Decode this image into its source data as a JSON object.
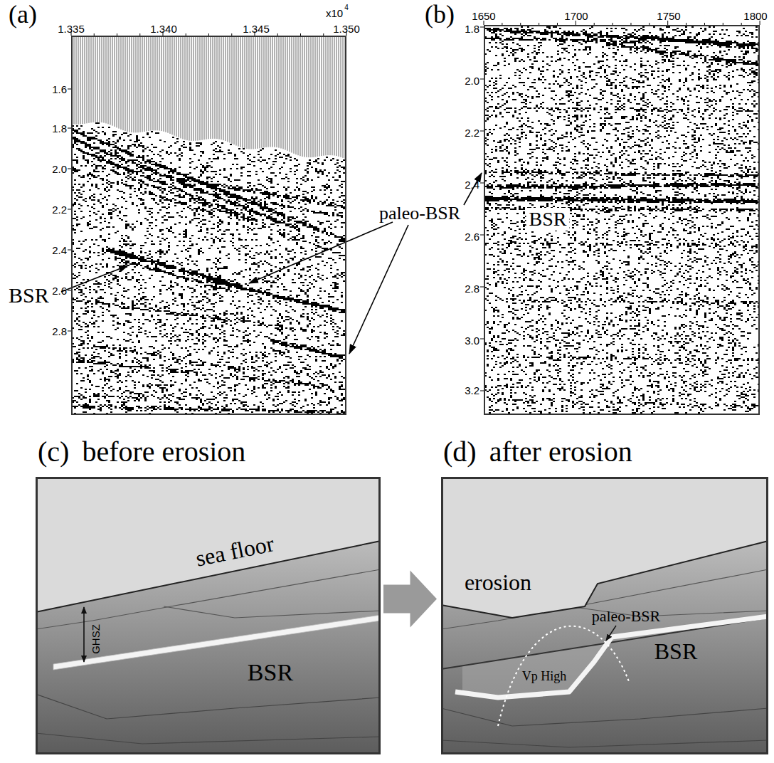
{
  "diagram": {
    "nodes": [
      {
        "text": [
          "(a)"
        ]
      },
      {
        "text": [
          "(b)"
        ]
      },
      {
        "text": [
          "(c)",
          "before erosion"
        ]
      },
      {
        "text": [
          "(d)",
          "after erosion"
        ]
      }
    ],
    "edges": [
      {
        "from": 2,
        "to": 3,
        "arrow": "to"
      }
    ],
    "labels": [
      "1.335",
      "1.340",
      "1.345",
      "1.350",
      "x10",
      "4",
      "1.6",
      "1.8",
      "2.0",
      "2.2",
      "2.4",
      "2.6",
      "2.8",
      "BSR",
      "paleo-BSR",
      "1650",
      "1700",
      "1750",
      "1800",
      "1.8",
      "2.0",
      "2.2",
      "2.4",
      "2.6",
      "2.8",
      "3.0",
      "3.2",
      "BSR",
      "sea floor",
      "GHSZ",
      "BSR",
      "erosion",
      "paleo-BSR",
      "Vp High",
      "BSR"
    ]
  }
}
